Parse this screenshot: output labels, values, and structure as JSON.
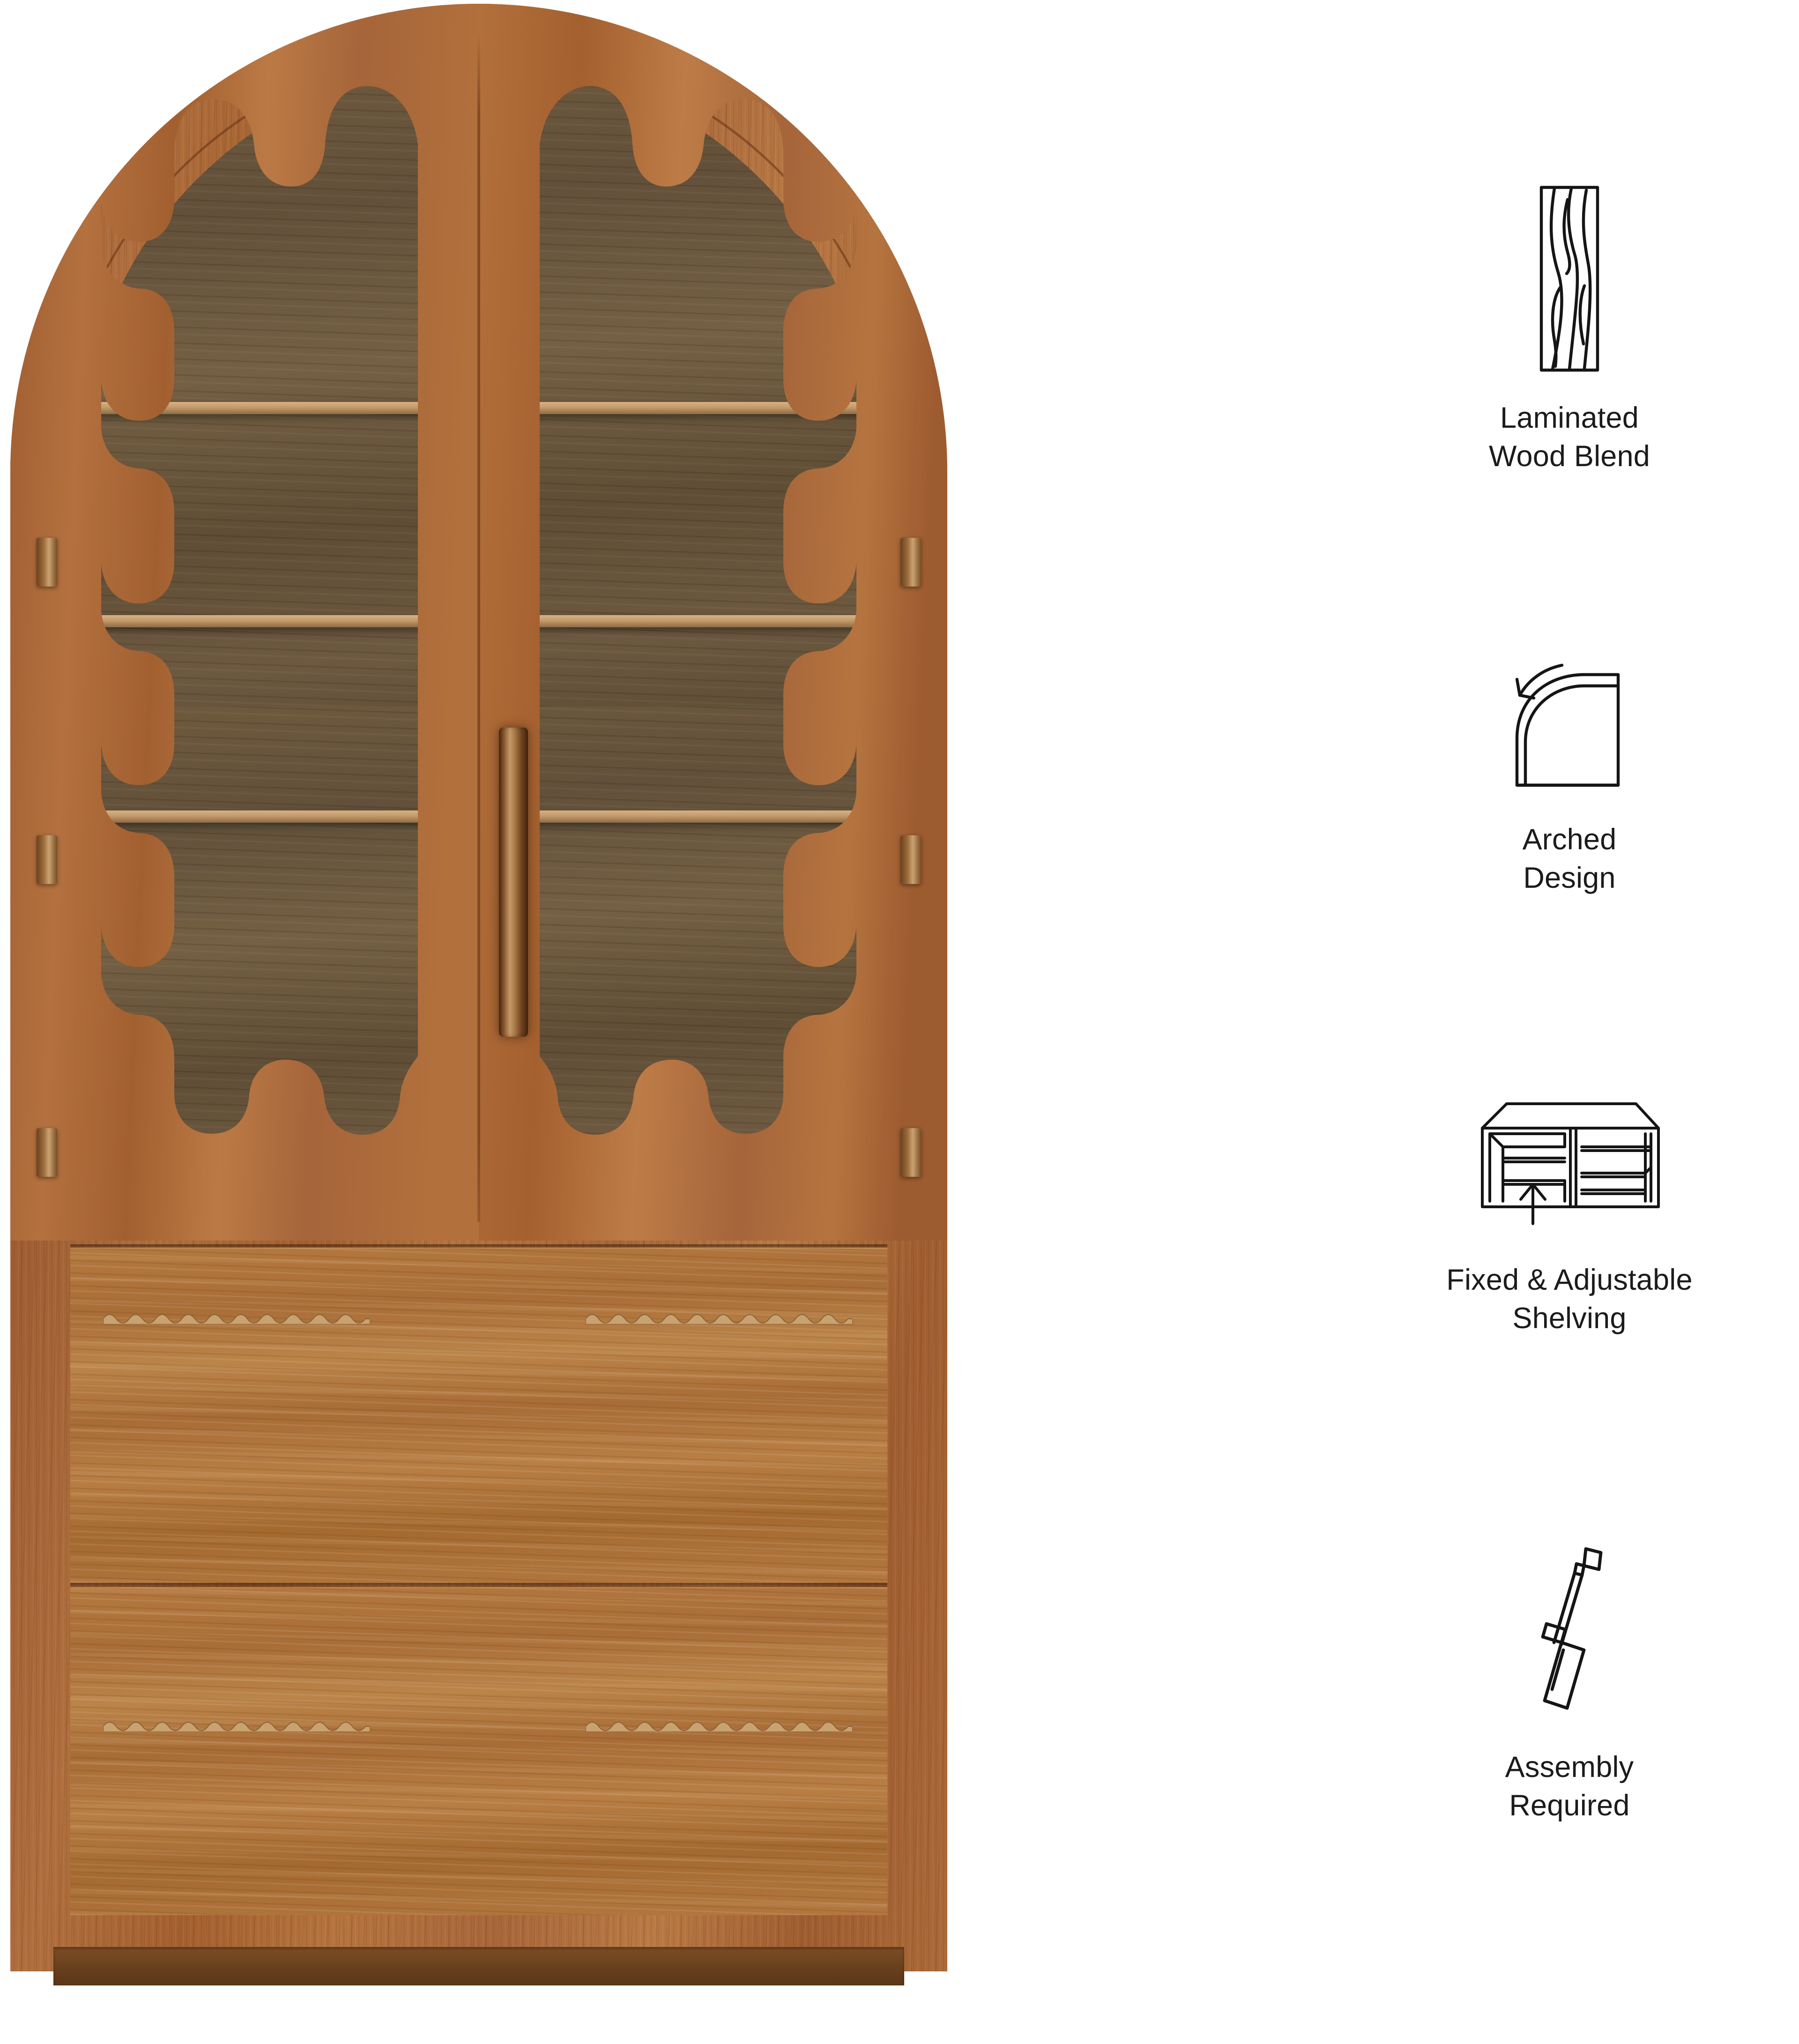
{
  "product": {
    "name": "arched-wood-display-cabinet",
    "material_tone": "walnut-brown",
    "colors": {
      "frame_wood": "#a9673a",
      "drawer_wood": "#b4793f",
      "interior_wood": "#6a563c",
      "shelf_edge": "#c39a6b",
      "hinge_brass": "#9c6c3c",
      "plinth": "#69401d",
      "background": "#ffffff"
    },
    "structure": {
      "top_shape": "arched",
      "door_count": 2,
      "door_style": "scalloped wavy glass panel",
      "shelf_count": 3,
      "drawer_count": 2,
      "hinges_per_side": 3,
      "handle_style": "vertical wood bar",
      "pull_style": "scalloped wave strip",
      "base": "recessed plinth"
    }
  },
  "features": [
    {
      "icon": "wood-plank-icon",
      "label_line1": "Laminated",
      "label_line2": "Wood Blend"
    },
    {
      "icon": "arched-design-icon",
      "label_line1": "Arched",
      "label_line2": "Design"
    },
    {
      "icon": "shelving-unit-icon",
      "label_line1": "Fixed & Adjustable",
      "label_line2": "Shelving"
    },
    {
      "icon": "screwdriver-icon",
      "label_line1": "Assembly",
      "label_line2": "Required"
    }
  ]
}
